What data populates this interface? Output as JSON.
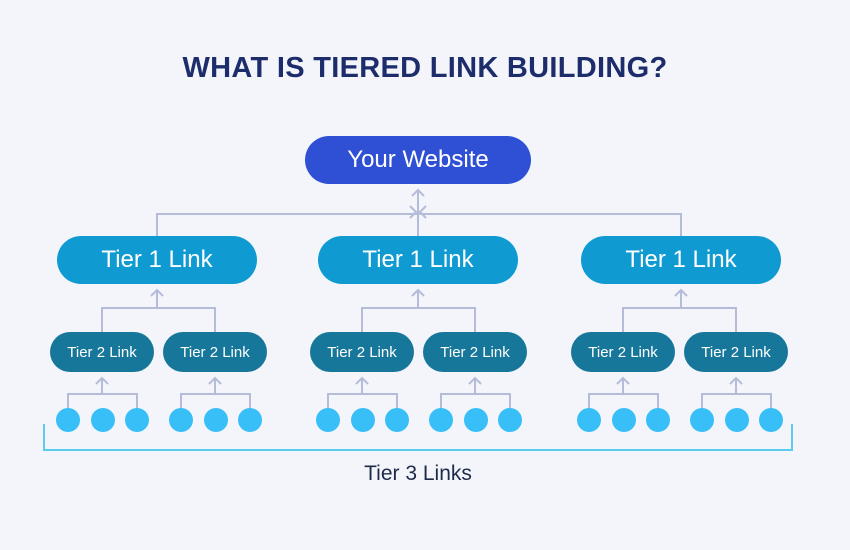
{
  "title": "WHAT IS TIERED LINK BUILDING?",
  "root": {
    "label": "Your Website"
  },
  "tier1": [
    {
      "label": "Tier 1 Link",
      "children": [
        {
          "label": "Tier 2 Link"
        },
        {
          "label": "Tier 2 Link"
        }
      ]
    },
    {
      "label": "Tier 1 Link",
      "children": [
        {
          "label": "Tier 2 Link"
        },
        {
          "label": "Tier 2 Link"
        }
      ]
    },
    {
      "label": "Tier 1 Link",
      "children": [
        {
          "label": "Tier 2 Link"
        },
        {
          "label": "Tier 2 Link"
        }
      ]
    }
  ],
  "tier3_per_tier2": 3,
  "tier3_label": "Tier 3 Links",
  "colors": {
    "root": "#2f4fd4",
    "tier1": "#0f9bd2",
    "tier2": "#17779b",
    "tier3": "#38bff8",
    "connector": "#b4bcd8",
    "bracket": "#5ccbf0",
    "title": "#1d2d6b"
  }
}
